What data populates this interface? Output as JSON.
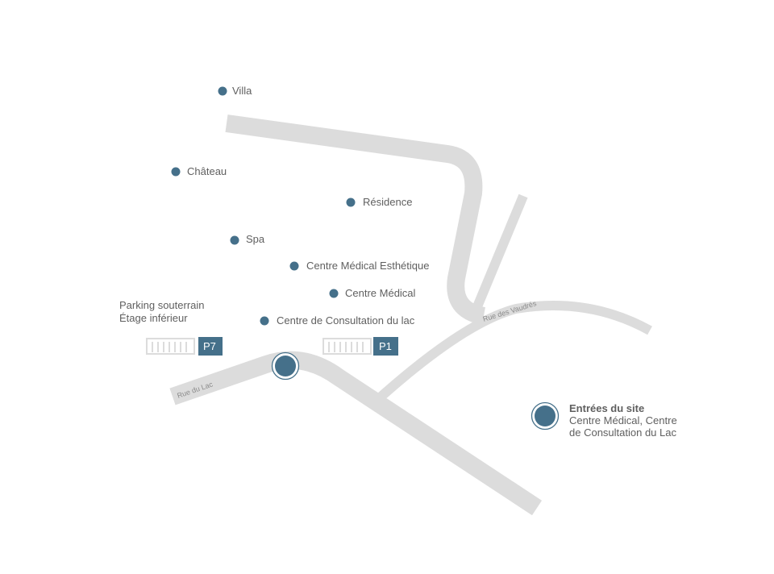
{
  "colors": {
    "accent": "#45708a",
    "road": "#dcdcdc",
    "text": "#5f5f5f",
    "road_label": "#8a8a8a",
    "background": "#ffffff"
  },
  "roads": {
    "rue_du_lac": "Rue du Lac",
    "rue_des_vaudres": "Rue des Vaudrés"
  },
  "pois": {
    "villa": "Villa",
    "chateau": "Château",
    "residence": "Résidence",
    "spa": "Spa",
    "centre_medical_esthetique": "Centre Médical Esthétique",
    "centre_medical": "Centre Médical",
    "centre_consultation": "Centre de Consultation du lac"
  },
  "parking": {
    "note_line1": "Parking souterrain",
    "note_line2": "Étage inférieur",
    "p7": "P7",
    "p1": "P1"
  },
  "legend": {
    "title": "Entrées du site",
    "line1": "Centre Médical, Centre",
    "line2": "de Consultation du Lac",
    "icon": "entrance-marker-icon"
  }
}
